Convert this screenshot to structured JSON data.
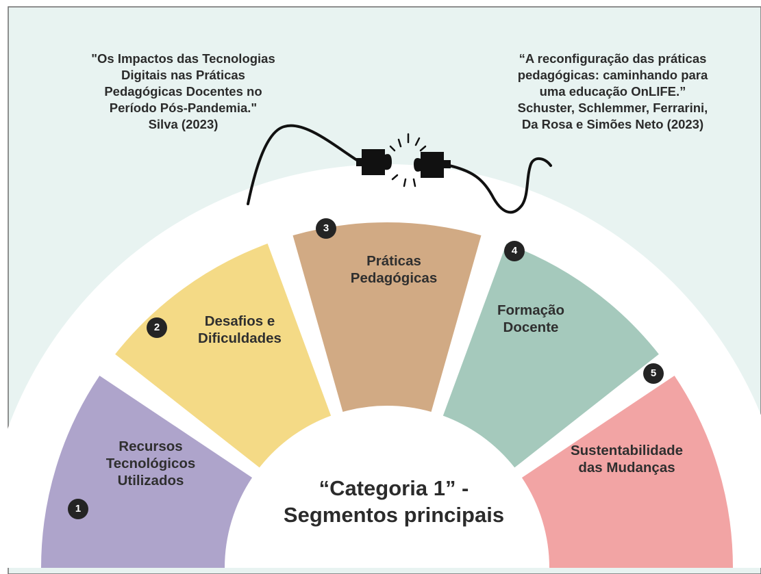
{
  "quotes": {
    "left": "\"Os Impactos das Tecnologias\nDigitais nas Práticas\nPedagógicas Docentes no\nPeríodo Pós-Pandemia.\"\nSilva (2023)",
    "right": "“A reconfiguração das práticas\npedagógicas: caminhando para\numa educação OnLIFE.”\nSchuster, Schlemmer, Ferrarini,\nDa Rosa e Simões Neto (2023)"
  },
  "segments": [
    {
      "number": "1",
      "label": "Recursos\nTecnológicos\nUtilizados",
      "color": "#aea4cb"
    },
    {
      "number": "2",
      "label": "Desafios e\nDificuldades",
      "color": "#f4da86"
    },
    {
      "number": "3",
      "label": "Práticas\nPedagógicas",
      "color": "#d1aa84"
    },
    {
      "number": "4",
      "label": "Formação\nDocente",
      "color": "#a5c9bc"
    },
    {
      "number": "5",
      "label": "Sustentabilidade\ndas Mudanças",
      "color": "#f2a4a4"
    }
  ],
  "title": "“Categoria 1” -\nSegmentos principais",
  "colors": {
    "background": "#e8f3f1",
    "arc": "#ffffff",
    "badge": "#242424"
  },
  "icons": [
    "puzzle-connector-left-icon",
    "puzzle-connector-right-icon",
    "spark-icon"
  ]
}
